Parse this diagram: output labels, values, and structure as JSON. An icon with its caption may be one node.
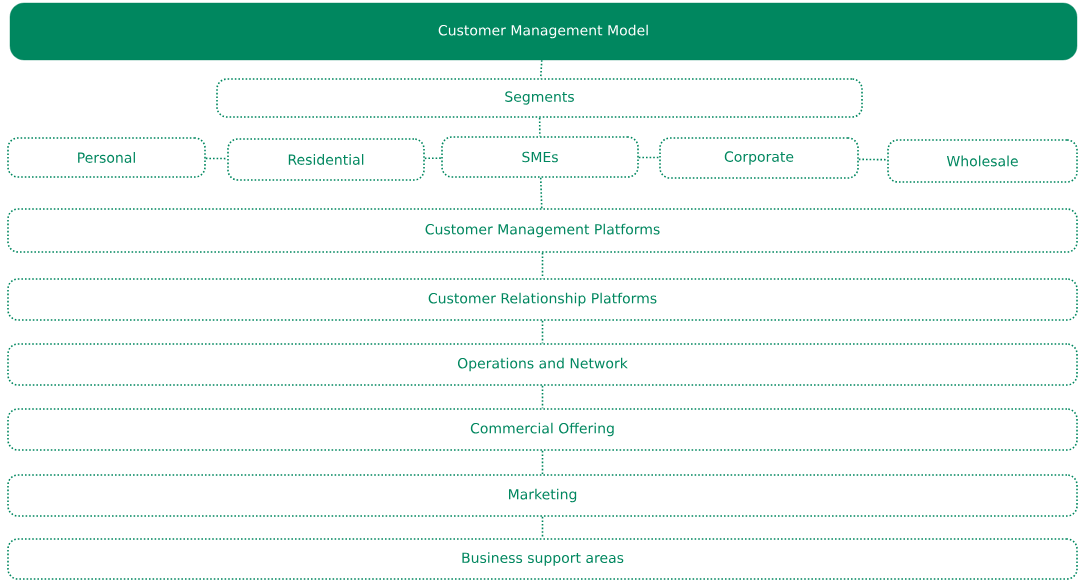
{
  "diagram": {
    "nodes": [
      {
        "text": [
          "Customer Management Model"
        ]
      },
      {
        "text": [
          "Segments"
        ]
      },
      {
        "text": [
          "Personal"
        ]
      },
      {
        "text": [
          "Residential"
        ]
      },
      {
        "text": [
          "SMEs"
        ]
      },
      {
        "text": [
          "Corporate"
        ]
      },
      {
        "text": [
          "Wholesale"
        ]
      },
      {
        "text": [
          "Customer Management Platforms"
        ]
      },
      {
        "text": [
          "Customer Relationship Platforms"
        ]
      },
      {
        "text": [
          "Operations and Network"
        ]
      },
      {
        "text": [
          "Commercial Offering"
        ]
      },
      {
        "text": [
          "Marketing"
        ]
      },
      {
        "text": [
          "Business support areas"
        ]
      }
    ],
    "edges": [
      {
        "from": 0,
        "to": 1,
        "arrow": "none"
      },
      {
        "from": 1,
        "to": 4,
        "arrow": "none"
      },
      {
        "from": 2,
        "to": 3,
        "arrow": "none"
      },
      {
        "from": 3,
        "to": 4,
        "arrow": "none"
      },
      {
        "from": 4,
        "to": 5,
        "arrow": "none"
      },
      {
        "from": 5,
        "to": 6,
        "arrow": "none"
      },
      {
        "from": 4,
        "to": 7,
        "arrow": "none"
      },
      {
        "from": 7,
        "to": 8,
        "arrow": "none"
      },
      {
        "from": 8,
        "to": 9,
        "arrow": "none"
      },
      {
        "from": 9,
        "to": 10,
        "arrow": "none"
      },
      {
        "from": 10,
        "to": 11,
        "arrow": "none"
      },
      {
        "from": 11,
        "to": 12,
        "arrow": "none"
      }
    ]
  }
}
